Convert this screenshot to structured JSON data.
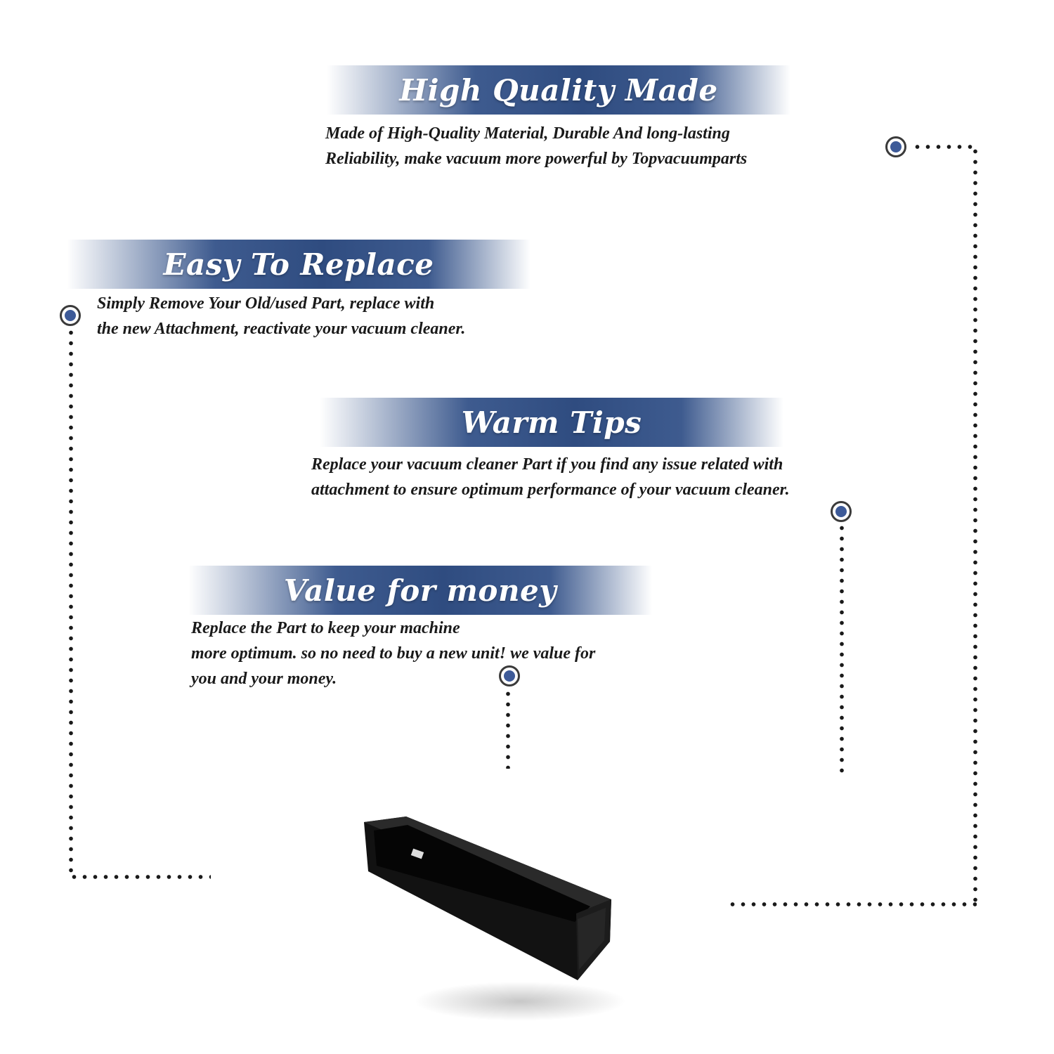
{
  "sections": [
    {
      "title": "High Quality Made",
      "lines": [
        "Made of  High-Quality Material, Durable And long-lasting",
        "Reliability, make vacuum more powerful by Topvacuumparts"
      ]
    },
    {
      "title": "Easy To Replace",
      "lines": [
        "Simply Remove Your Old/used Part, replace with",
        "the new Attachment, reactivate your vacuum cleaner."
      ]
    },
    {
      "title": "Warm Tips",
      "lines": [
        "Replace your vacuum cleaner Part if you find any issue related with",
        " attachment to ensure optimum performance of your vacuum cleaner."
      ]
    },
    {
      "title": "Value for money",
      "lines": [
        "Replace the Part to keep your machine",
        "more optimum. so no need to buy a new unit! we value for",
        "you and your money."
      ]
    }
  ],
  "colors": {
    "banner": "#3e5b8f",
    "marker_fill": "#3d5a98",
    "text": "#1a1a1a",
    "product": "#111111"
  },
  "icons": [
    "marker-dot-icon",
    "vacuum-part-product-image"
  ]
}
